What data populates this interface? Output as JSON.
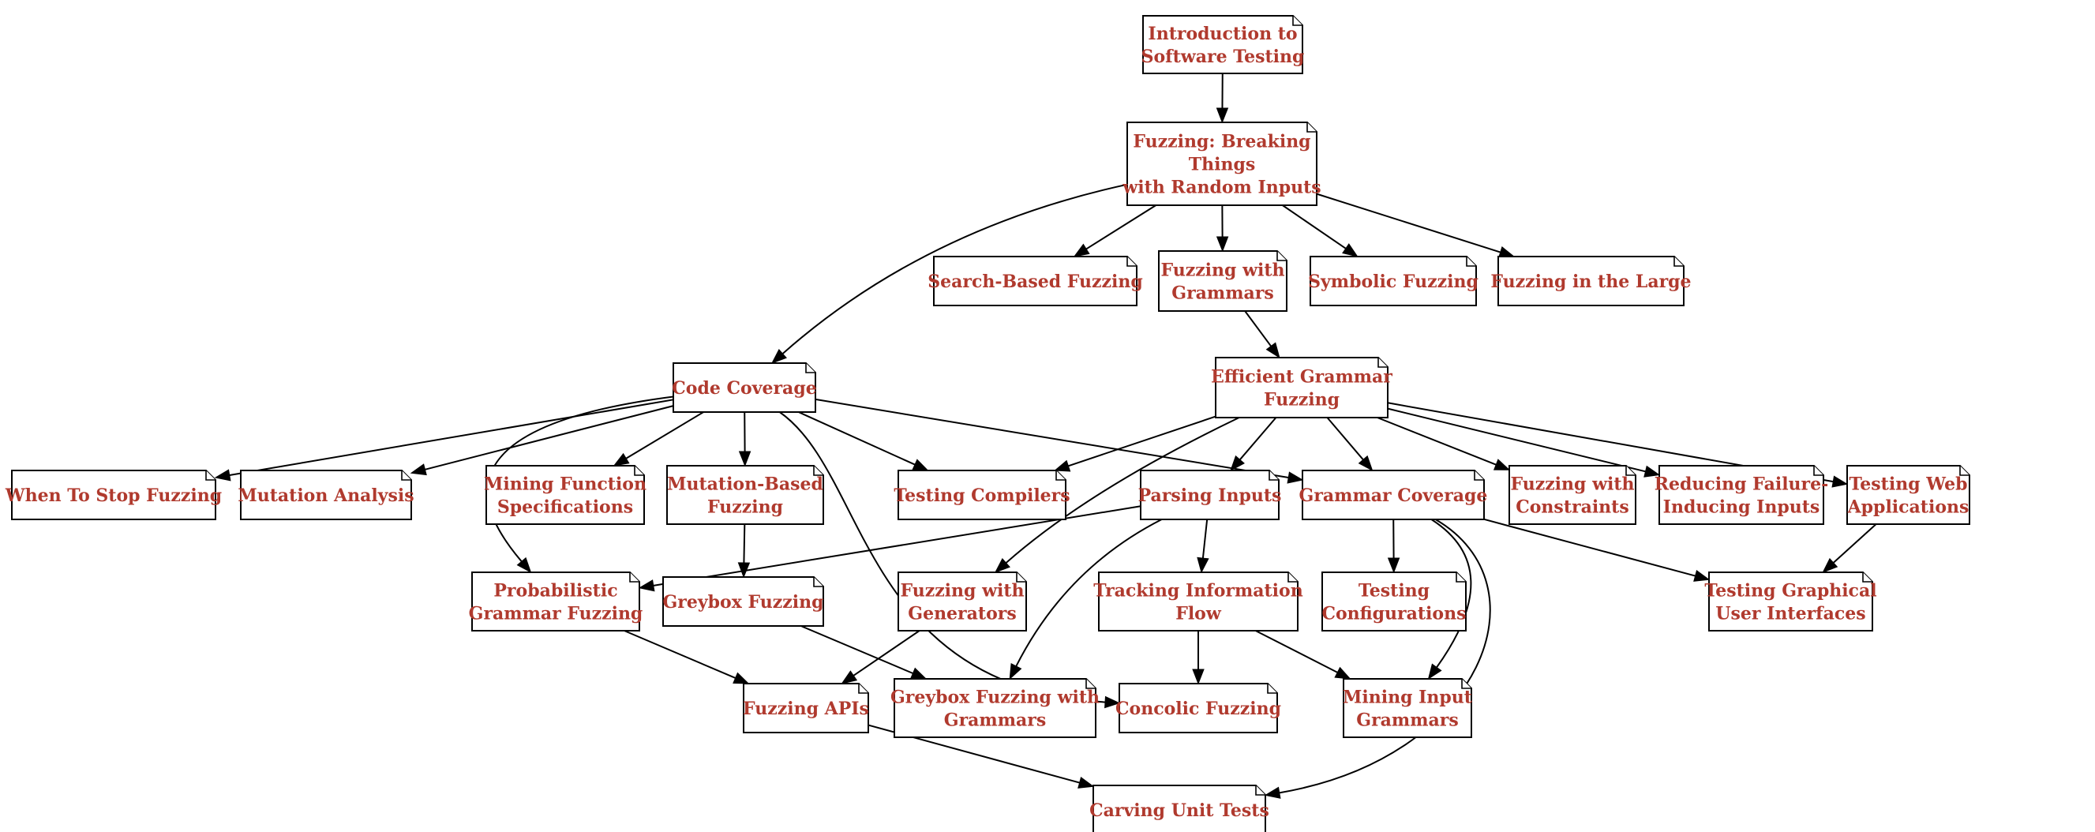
{
  "diagram": {
    "colors": {
      "label": "#b03a2e",
      "border": "#000000",
      "background": "#ffffff"
    },
    "nodes": [
      {
        "id": "intro",
        "lines": [
          "Introduction to",
          "Software Testing"
        ]
      },
      {
        "id": "fuzzing",
        "lines": [
          "Fuzzing: Breaking",
          "Things",
          "with Random Inputs"
        ]
      },
      {
        "id": "search_based",
        "lines": [
          "Search-Based Fuzzing"
        ]
      },
      {
        "id": "grammars",
        "lines": [
          "Fuzzing with",
          "Grammars"
        ]
      },
      {
        "id": "symbolic",
        "lines": [
          "Symbolic Fuzzing"
        ]
      },
      {
        "id": "large",
        "lines": [
          "Fuzzing in the Large"
        ]
      },
      {
        "id": "coverage",
        "lines": [
          "Code Coverage"
        ]
      },
      {
        "id": "efficient",
        "lines": [
          "Efficient Grammar",
          "Fuzzing"
        ]
      },
      {
        "id": "when_stop",
        "lines": [
          "When To Stop Fuzzing"
        ]
      },
      {
        "id": "mutation_analysis",
        "lines": [
          "Mutation Analysis"
        ]
      },
      {
        "id": "mining_specs",
        "lines": [
          "Mining Function",
          "Specifications"
        ]
      },
      {
        "id": "mutation_based",
        "lines": [
          "Mutation-Based",
          "Fuzzing"
        ]
      },
      {
        "id": "compilers",
        "lines": [
          "Testing Compilers"
        ]
      },
      {
        "id": "parsing",
        "lines": [
          "Parsing Inputs"
        ]
      },
      {
        "id": "grammar_coverage",
        "lines": [
          "Grammar Coverage"
        ]
      },
      {
        "id": "constraints",
        "lines": [
          "Fuzzing with",
          "Constraints"
        ]
      },
      {
        "id": "reducing",
        "lines": [
          "Reducing Failure-",
          "Inducing Inputs"
        ]
      },
      {
        "id": "web",
        "lines": [
          "Testing Web",
          "Applications"
        ]
      },
      {
        "id": "probabilistic",
        "lines": [
          "Probabilistic",
          "Grammar Fuzzing"
        ]
      },
      {
        "id": "greybox",
        "lines": [
          "Greybox Fuzzing"
        ]
      },
      {
        "id": "generators",
        "lines": [
          "Fuzzing with",
          "Generators"
        ]
      },
      {
        "id": "info_flow",
        "lines": [
          "Tracking Information",
          "Flow"
        ]
      },
      {
        "id": "configurations",
        "lines": [
          "Testing",
          "Configurations"
        ]
      },
      {
        "id": "gui",
        "lines": [
          "Testing Graphical",
          "User Interfaces"
        ]
      },
      {
        "id": "apis",
        "lines": [
          "Fuzzing APIs"
        ]
      },
      {
        "id": "greybox_grammars",
        "lines": [
          "Greybox Fuzzing with",
          "Grammars"
        ]
      },
      {
        "id": "concolic",
        "lines": [
          "Concolic Fuzzing"
        ]
      },
      {
        "id": "mining_grammars",
        "lines": [
          "Mining Input",
          "Grammars"
        ]
      },
      {
        "id": "carving",
        "lines": [
          "Carving Unit Tests"
        ]
      }
    ],
    "edges": [
      {
        "from": "intro",
        "to": "fuzzing"
      },
      {
        "from": "fuzzing",
        "to": "coverage"
      },
      {
        "from": "fuzzing",
        "to": "search_based"
      },
      {
        "from": "fuzzing",
        "to": "grammars"
      },
      {
        "from": "fuzzing",
        "to": "symbolic"
      },
      {
        "from": "fuzzing",
        "to": "large"
      },
      {
        "from": "grammars",
        "to": "efficient"
      },
      {
        "from": "coverage",
        "to": "when_stop"
      },
      {
        "from": "coverage",
        "to": "mutation_analysis"
      },
      {
        "from": "coverage",
        "to": "mining_specs"
      },
      {
        "from": "coverage",
        "to": "mutation_based"
      },
      {
        "from": "coverage",
        "to": "compilers"
      },
      {
        "from": "coverage",
        "to": "grammar_coverage"
      },
      {
        "from": "coverage",
        "to": "probabilistic"
      },
      {
        "from": "coverage",
        "to": "concolic"
      },
      {
        "from": "mutation_based",
        "to": "greybox"
      },
      {
        "from": "efficient",
        "to": "compilers"
      },
      {
        "from": "efficient",
        "to": "parsing"
      },
      {
        "from": "efficient",
        "to": "grammar_coverage"
      },
      {
        "from": "efficient",
        "to": "constraints"
      },
      {
        "from": "efficient",
        "to": "reducing"
      },
      {
        "from": "efficient",
        "to": "web"
      },
      {
        "from": "efficient",
        "to": "generators"
      },
      {
        "from": "parsing",
        "to": "probabilistic"
      },
      {
        "from": "parsing",
        "to": "info_flow"
      },
      {
        "from": "parsing",
        "to": "greybox_grammars"
      },
      {
        "from": "grammar_coverage",
        "to": "configurations"
      },
      {
        "from": "grammar_coverage",
        "to": "gui"
      },
      {
        "from": "grammar_coverage",
        "to": "mining_grammars"
      },
      {
        "from": "grammar_coverage",
        "to": "carving"
      },
      {
        "from": "web",
        "to": "gui"
      },
      {
        "from": "probabilistic",
        "to": "apis"
      },
      {
        "from": "greybox",
        "to": "greybox_grammars"
      },
      {
        "from": "generators",
        "to": "apis"
      },
      {
        "from": "info_flow",
        "to": "concolic"
      },
      {
        "from": "info_flow",
        "to": "mining_grammars"
      },
      {
        "from": "apis",
        "to": "carving"
      }
    ]
  }
}
